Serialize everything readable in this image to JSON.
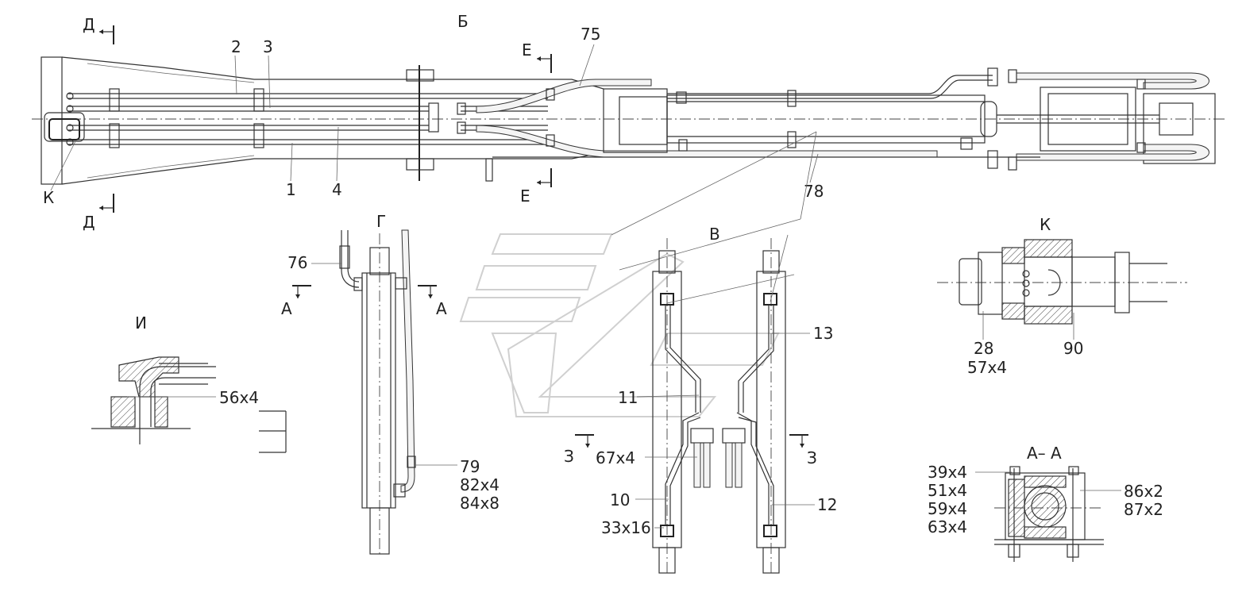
{
  "drawing": {
    "views": {
      "B": "Б",
      "V": "В",
      "G": "Г",
      "K": "К",
      "I": "И",
      "AA": "А– А"
    },
    "section_marks": {
      "D": "Д",
      "E": "Е",
      "A": "А",
      "Z": "З"
    },
    "callouts": {
      "c1": "1",
      "c2": "2",
      "c3": "3",
      "c4": "4",
      "c10": "10",
      "c11": "11",
      "c12": "12",
      "c13": "13",
      "c75": "75",
      "c76": "76",
      "c78": "78",
      "c79": "79",
      "c82": "82x4",
      "c84": "84x8",
      "c28": "28",
      "c57": "57x4",
      "c90": "90",
      "c56": "56x4",
      "c67": "67x4",
      "c33": "33x16",
      "c39": "39x4",
      "c51": "51x4",
      "c59": "59x4",
      "c63": "63x4",
      "c86": "86x2",
      "c87": "87x2"
    }
  }
}
